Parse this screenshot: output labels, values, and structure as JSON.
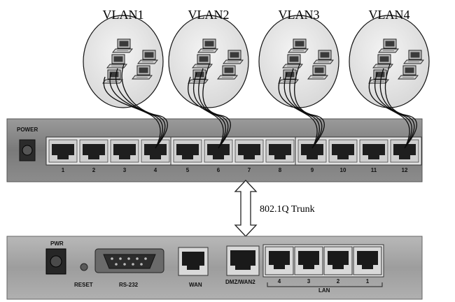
{
  "vlans": [
    {
      "label": "VLAN1"
    },
    {
      "label": "VLAN2"
    },
    {
      "label": "VLAN3"
    },
    {
      "label": "VLAN4"
    }
  ],
  "switch": {
    "power_label": "POWER",
    "ports": [
      "1",
      "2",
      "3",
      "4",
      "5",
      "6",
      "7",
      "8",
      "9",
      "10",
      "11",
      "12"
    ]
  },
  "trunk": {
    "label": "802.1Q Trunk"
  },
  "router": {
    "pwr_label": "PWR",
    "reset_label": "RESET",
    "serial_label": "RS-232",
    "wan_label": "WAN",
    "dmz_label": "DMZ/WAN2",
    "lan_label": "LAN",
    "lan_ports": [
      "4",
      "3",
      "2",
      "1"
    ]
  },
  "colors": {
    "switch_body": "#808080",
    "router_body": "#a6a6a6",
    "port_frame": "#d9d9d9",
    "port_hole": "#1a1a1a",
    "bubble": "#e6e6e6"
  }
}
